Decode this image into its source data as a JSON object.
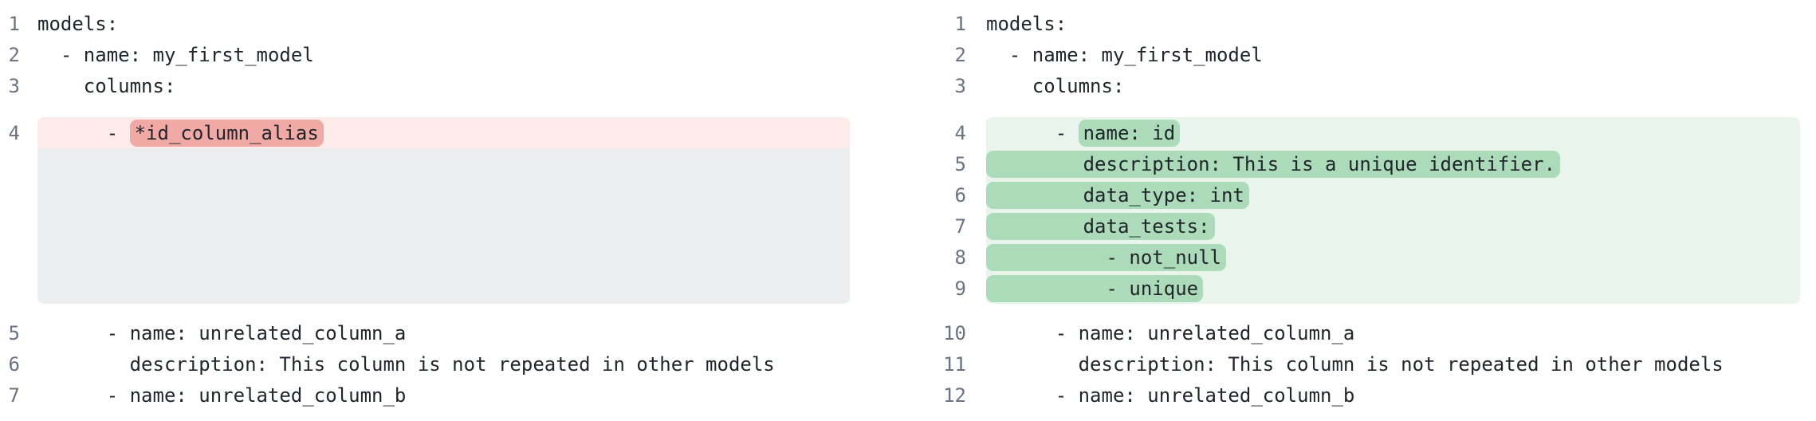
{
  "diff": {
    "left_pane": {
      "name": "before-version",
      "lines": [
        {
          "num": "1",
          "type": "context",
          "text": "models:"
        },
        {
          "num": "2",
          "type": "context",
          "text": "  - name: my_first_model"
        },
        {
          "num": "3",
          "type": "context",
          "text": "    columns:"
        },
        {
          "num": "4",
          "type": "removed",
          "prefix": "      - ",
          "highlight": "*id_column_alias"
        },
        {
          "num": "",
          "type": "filler",
          "text": ""
        },
        {
          "num": "5",
          "type": "context",
          "text": "      - name: unrelated_column_a"
        },
        {
          "num": "6",
          "type": "context",
          "text": "        description: This column is not repeated in other models"
        },
        {
          "num": "7",
          "type": "context",
          "text": "      - name: unrelated_column_b"
        }
      ]
    },
    "right_pane": {
      "name": "after-version",
      "lines": [
        {
          "num": "1",
          "type": "context",
          "text": "models:"
        },
        {
          "num": "2",
          "type": "context",
          "text": "  - name: my_first_model"
        },
        {
          "num": "3",
          "type": "context",
          "text": "    columns:"
        },
        {
          "num": "4",
          "type": "added",
          "prefix": "      - ",
          "highlight": "name: id"
        },
        {
          "num": "5",
          "type": "added",
          "prefix": "",
          "highlight": "        description: This is a unique identifier."
        },
        {
          "num": "6",
          "type": "added",
          "prefix": "",
          "highlight": "        data_type: int"
        },
        {
          "num": "7",
          "type": "added",
          "prefix": "",
          "highlight": "        data_tests:"
        },
        {
          "num": "8",
          "type": "added",
          "prefix": "",
          "highlight": "          - not_null"
        },
        {
          "num": "9",
          "type": "added",
          "prefix": "",
          "highlight": "          - unique"
        },
        {
          "num": "10",
          "type": "context",
          "text": "      - name: unrelated_column_a"
        },
        {
          "num": "11",
          "type": "context",
          "text": "        description: This column is not repeated in other models"
        },
        {
          "num": "12",
          "type": "context",
          "text": "      - name: unrelated_column_b"
        }
      ]
    },
    "colors": {
      "removed_line_bg": "#fcebe9",
      "removed_word_bg": "#f0a9a4",
      "added_line_bg": "#e9f4ec",
      "added_word_bg": "#abdbb9",
      "filler_bg": "#ecedee",
      "line_number_color": "#6b7280",
      "code_text_color": "#21262c"
    }
  }
}
